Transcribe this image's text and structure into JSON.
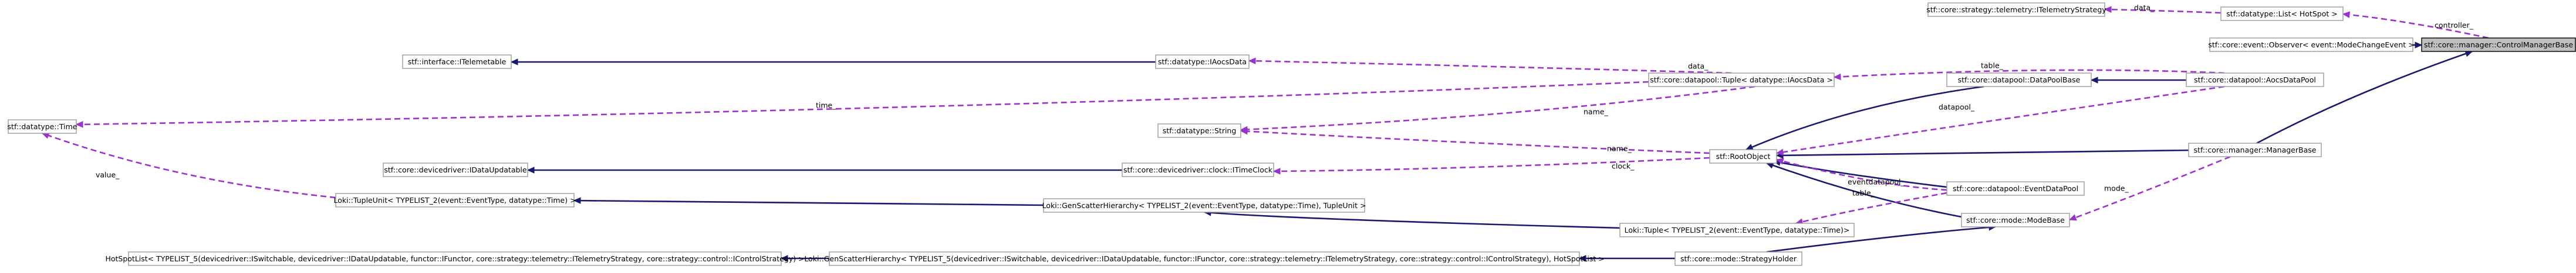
{
  "colors": {
    "node_fill": "#ffffff",
    "node_stroke": "#999999",
    "root_fill": "#bfbfbf",
    "root_stroke": "#000000",
    "inheritance": "#191970",
    "usage": "#9a32cd"
  },
  "nodes": {
    "controlmanagerbase": "stf::core::manager::ControlManagerBase",
    "list_hotspot": "stf::datatype::List< HotSpot >",
    "telemetrystrategy": "stf::core::strategy::telemetry::ITelemetryStrategy",
    "observer_event": "stf::core::event::Observer< event::ModeChangeEvent >",
    "itelemetable": "stf::interface::ITelemetable",
    "iaocsdata": "stf::datatype::IAocsData",
    "tuple_aocsdata": "stf::core::datapool::Tuple< datatype::IAocsData >",
    "datapoolbase": "stf::core::datapool::DataPoolBase",
    "aocsdatapool": "stf::core::datapool::AocsDataPool",
    "time": "stf::datatype::Time",
    "string": "stf::datatype::String",
    "idataupdatable": "stf::core::devicedriver::IDataUpdatable",
    "rootobject": "stf::RootObject",
    "managerbase": "stf::core::manager::ManagerBase",
    "itimeclock": "stf::core::devicedriver::clock::ITimeClock",
    "typeunit": "Loki::TupleUnit< TYPELIST_2(event::EventType, datatype::Time) >",
    "genscatter_small": "Loki::GenScatterHierarchy< TYPELIST_2(event::EventType, datatype::Time), TupleUnit >",
    "eventdatapool": "stf::core::datapool::EventDataPool",
    "modebase": "stf::core::mode::ModeBase",
    "tuple_event": "Loki::Tuple< TYPELIST_2(event::EventType, datatype::Time)>",
    "hotspotlist": "HotSpotList< TYPELIST_5(devicedriver::ISwitchable, devicedriver::IDataUpdatable, functor::IFunctor, core::strategy::telemetry::ITelemetryStrategy, core::strategy::control::IControlStrategy) >",
    "genscatter_big": "Loki::GenScatterHierarchy< TYPELIST_5(devicedriver::ISwitchable, devicedriver::IDataUpdatable, functor::IFunctor, core::strategy::telemetry::ITelemetryStrategy, core::strategy::control::IControlStrategy), HotSpotList >",
    "strategyholder": "stf::core::mode::StrategyHolder"
  },
  "edge_labels": {
    "controller": "controller_",
    "data_list": "data_",
    "data_tuple": "data_",
    "table": "table_",
    "time": "time_",
    "name_tuple": "name_",
    "datapool": "datapool_",
    "name_root": "name_",
    "clock": "clock_",
    "value": "value_",
    "eventdatapool": "eventdatapool_",
    "table_event": "table_",
    "mode": "mode_"
  }
}
